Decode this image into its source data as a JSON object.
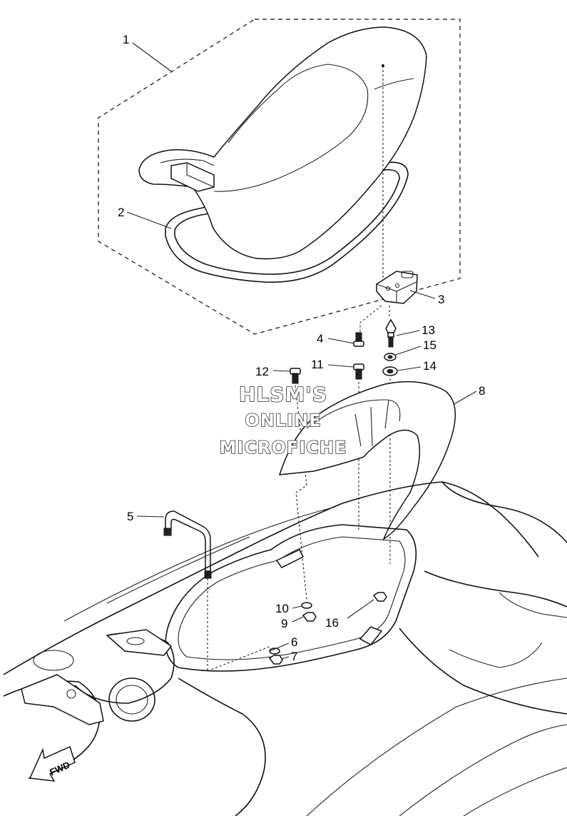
{
  "callouts": [
    "1",
    "2",
    "3",
    "4",
    "5",
    "6",
    "7",
    "8",
    "9",
    "10",
    "11",
    "12",
    "13",
    "14",
    "15",
    "16"
  ],
  "watermark": {
    "line1": "HLSM'S",
    "line2": "ONLINE",
    "line3": "MICROFICHE"
  },
  "fwd_label": "FWD"
}
